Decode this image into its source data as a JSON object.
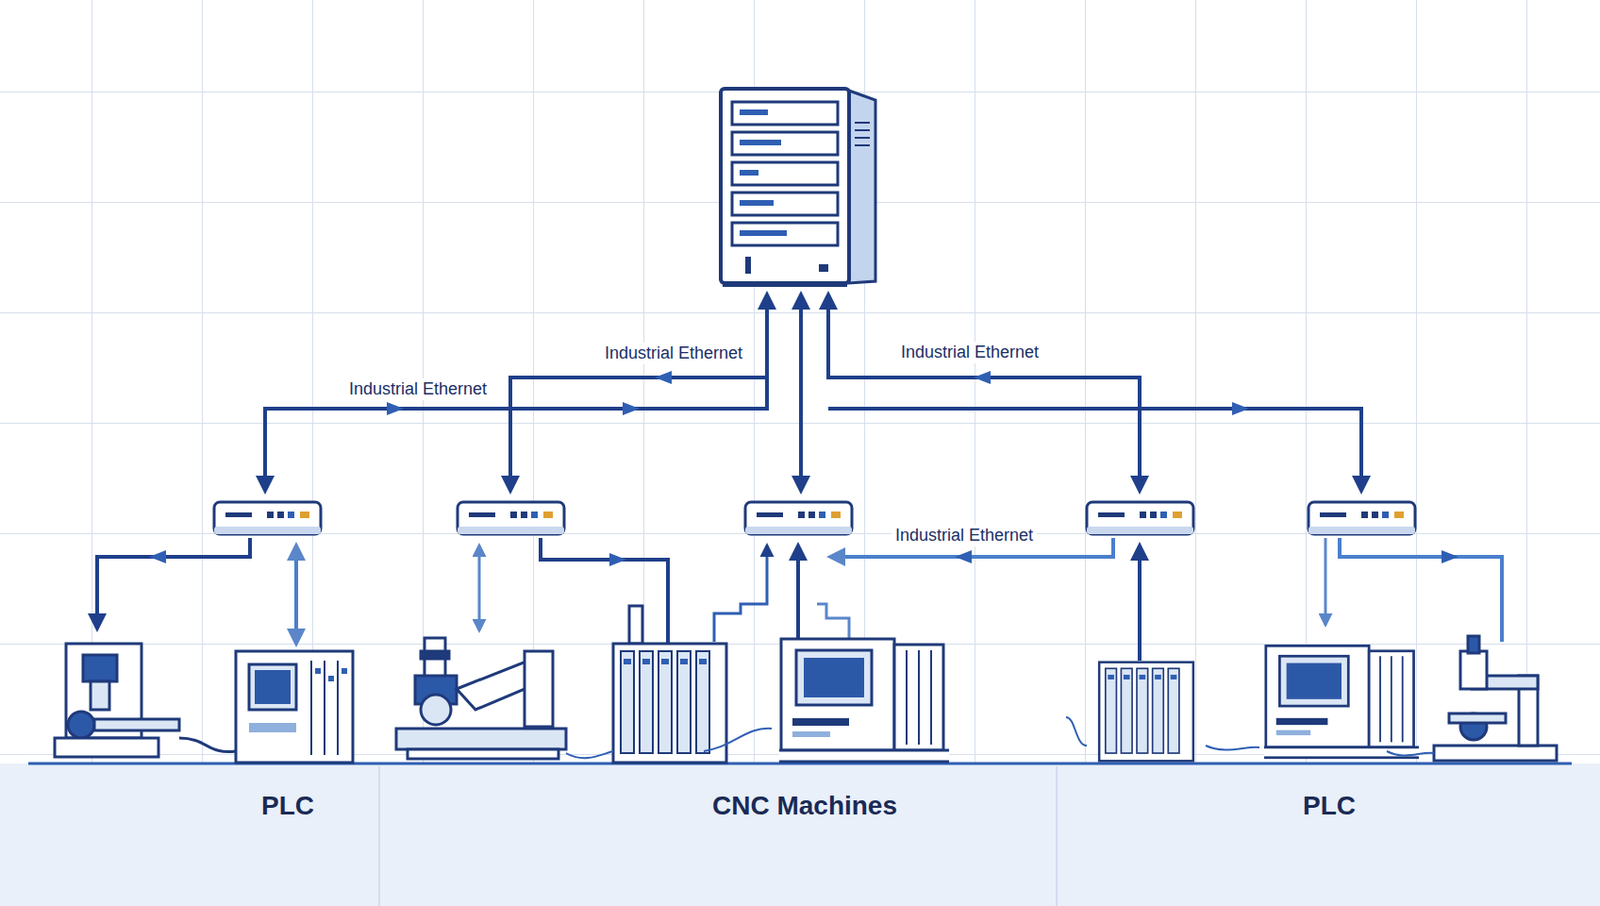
{
  "diagram": {
    "nodes": [
      {
        "text": [
          "PLC"
        ]
      },
      {
        "text": [
          "CNC Machines"
        ]
      },
      {
        "text": [
          "PLC"
        ]
      }
    ],
    "labels": [
      "Industrial Ethernet",
      "Industrial Ethernet",
      "Industrial Ethernet",
      "Industrial Ethernet"
    ]
  }
}
